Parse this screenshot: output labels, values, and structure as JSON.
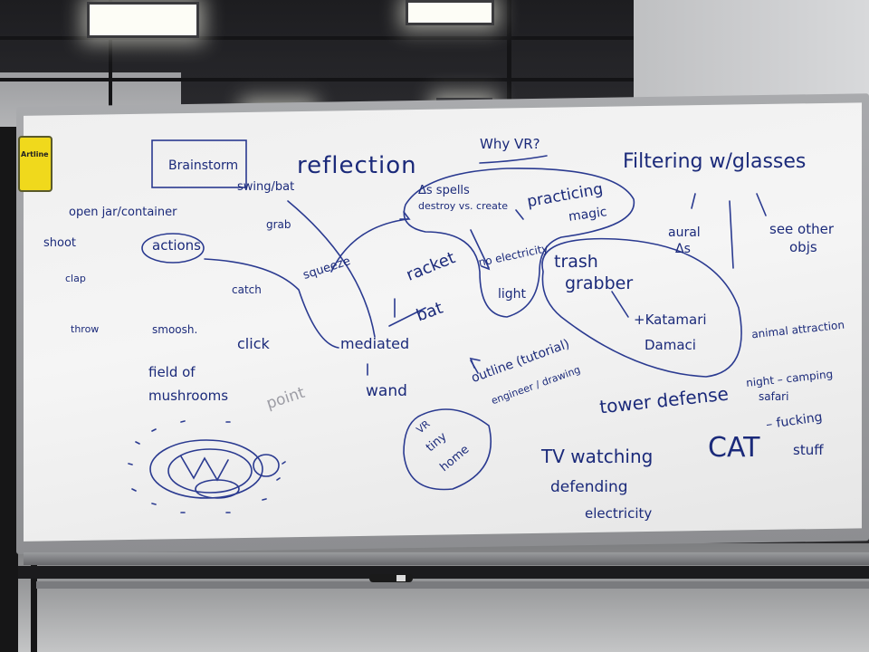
{
  "colors": {
    "ink": "#1b2a7a",
    "pale_ink": "#9c9ca4",
    "board": "#f2f2f2",
    "eraser": "#f0d91c"
  },
  "eraser": {
    "brand": "Artline"
  },
  "board": {
    "title": "Brainstorm",
    "why_vr": "Why VR?",
    "reflection": "reflection",
    "filtering": "Filtering w/glasses",
    "open_jar": "open jar/container",
    "shoot": "shoot",
    "clap": "clap",
    "throw": "throw",
    "smoosh": "smoosh.",
    "actions": "actions",
    "swing_bat": "swing/bat",
    "grab": "grab",
    "squeeze": "squeeze",
    "catch": "catch",
    "click": "click",
    "field_1": "field of",
    "field_2": "mushrooms",
    "point": "point",
    "spells_1": "Δs spells",
    "spells_2": "destroy vs. create",
    "practicing_1": "practicing",
    "practicing_2": "magic",
    "no_elec_1": "no electricity",
    "no_elec_2": "light",
    "racket": "racket",
    "bat": "bat",
    "mediated": "mediated",
    "wand": "wand",
    "trash_1": "trash",
    "trash_2": "grabber",
    "katamari_1": "+Katamari",
    "katamari_2": "Damaci",
    "aural_1": "aural",
    "aural_2": "Δs",
    "see_other_1": "see other",
    "see_other_2": "objs",
    "animal": "animal attraction",
    "night_1": "night – camping",
    "night_2": "safari",
    "outline_1": "outline (tutorial)",
    "outline_2": "engineer / drawing",
    "vr_1": "VR",
    "vr_2": "tiny",
    "vr_3": "home",
    "tower": "tower defense",
    "tv_1": "TV watching",
    "tv_2": "defending",
    "tv_3": "electricity",
    "cat": "CAT",
    "fucking_1": "– fucking",
    "fucking_2": "stuff"
  }
}
